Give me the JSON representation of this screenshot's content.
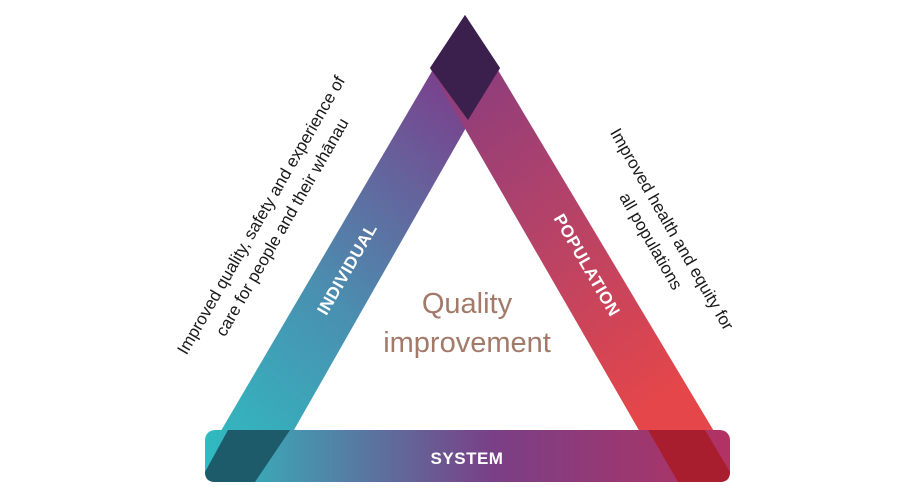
{
  "diagram": {
    "center_title": {
      "line1": "Quality",
      "line2": "improvement"
    },
    "sides": {
      "left": {
        "label": "INDIVIDUAL"
      },
      "right": {
        "label": "POPULATION"
      },
      "bottom": {
        "label": "SYSTEM"
      }
    },
    "captions": {
      "left": {
        "line1": "Improved quality, safety and experience of",
        "line2": "care for people and their whānau"
      },
      "right": {
        "line1": "Improved health and equity for",
        "line2": "all populations"
      }
    }
  },
  "colors": {
    "teal": "#2fbcc1",
    "purple": "#7b3f8c",
    "dark_purple": "#3b1f4d",
    "magenta": "#a33a6a",
    "red": "#e0444a",
    "dark_red": "#a81e2e",
    "dark_teal": "#1d5a6a"
  }
}
